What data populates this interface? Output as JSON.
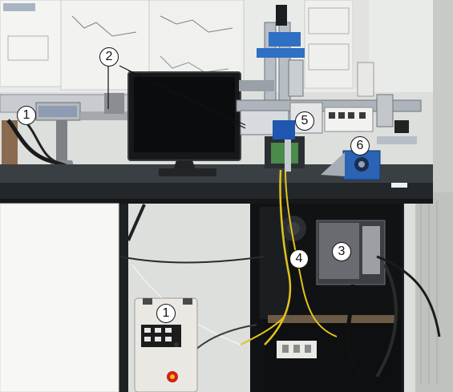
{
  "callouts": [
    {
      "label": "1"
    },
    {
      "label": "2"
    },
    {
      "label": "3"
    },
    {
      "label": "4"
    },
    {
      "label": "5"
    },
    {
      "label": "6"
    },
    {
      "label": "1"
    },
    {
      "label": "6"
    }
  ],
  "colors": {
    "wall": "#e4e6e3",
    "bench_top": "#2a2e30",
    "cabinet": "#141618",
    "cable_yellow": "#e2c21c",
    "frame_blue": "#2b63b5"
  }
}
